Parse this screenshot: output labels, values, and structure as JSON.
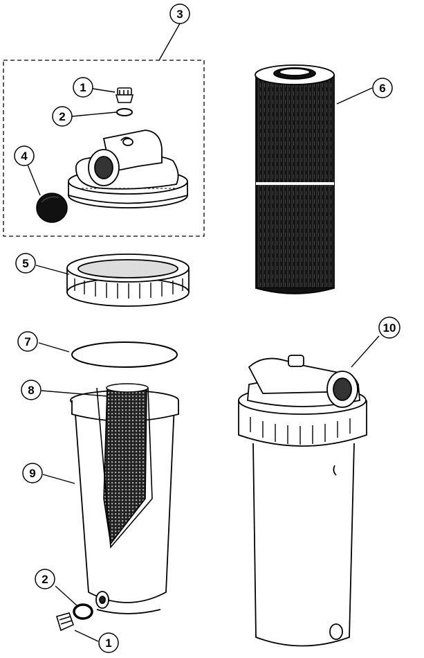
{
  "colors": {
    "ink": "#000000",
    "paper": "#ffffff",
    "dark_fill": "#1a1a1a"
  },
  "callouts": {
    "c1a": "1",
    "c2a": "2",
    "c3": "3",
    "c4": "4",
    "c5": "5",
    "c6": "6",
    "c7": "7",
    "c8": "8",
    "c9": "9",
    "c10": "10",
    "c2b": "2",
    "c1b": "1"
  }
}
